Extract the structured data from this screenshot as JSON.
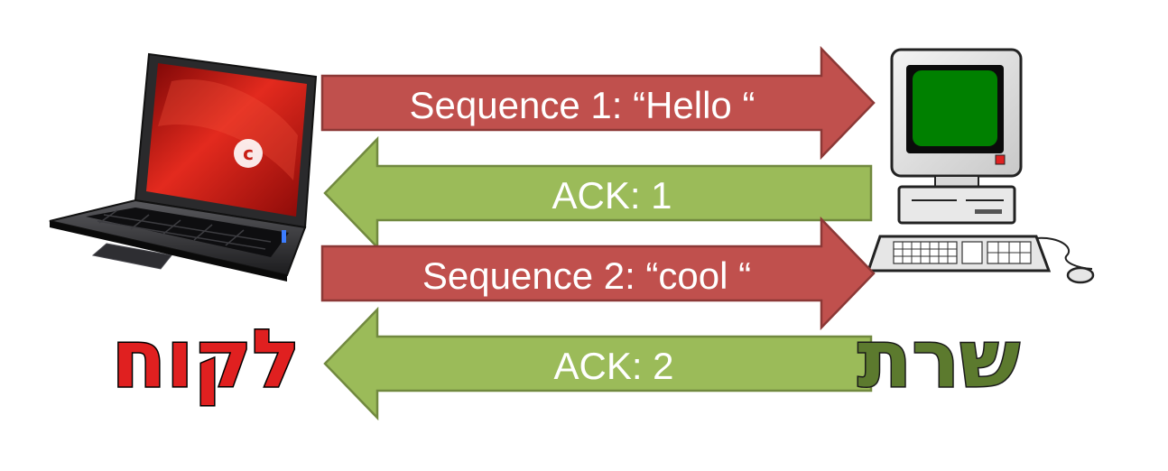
{
  "diagram": {
    "client": {
      "label": "לקוח",
      "icon": "laptop-icon"
    },
    "server": {
      "label": "שרת",
      "icon": "desktop-computer-icon"
    },
    "messages": [
      {
        "text": "Sequence 1: “Hello “",
        "direction": "client-to-server",
        "color": "#c0504d"
      },
      {
        "text": "ACK: 1",
        "direction": "server-to-client",
        "color": "#9bbb59"
      },
      {
        "text": "Sequence 2: “cool “",
        "direction": "client-to-server",
        "color": "#c0504d"
      },
      {
        "text": "ACK: 2",
        "direction": "server-to-client",
        "color": "#9bbb59"
      }
    ],
    "colors": {
      "request_arrow": "#c0504d",
      "ack_arrow": "#9bbb59",
      "client_label": "#e02020",
      "server_label": "#5c7a2e"
    }
  }
}
